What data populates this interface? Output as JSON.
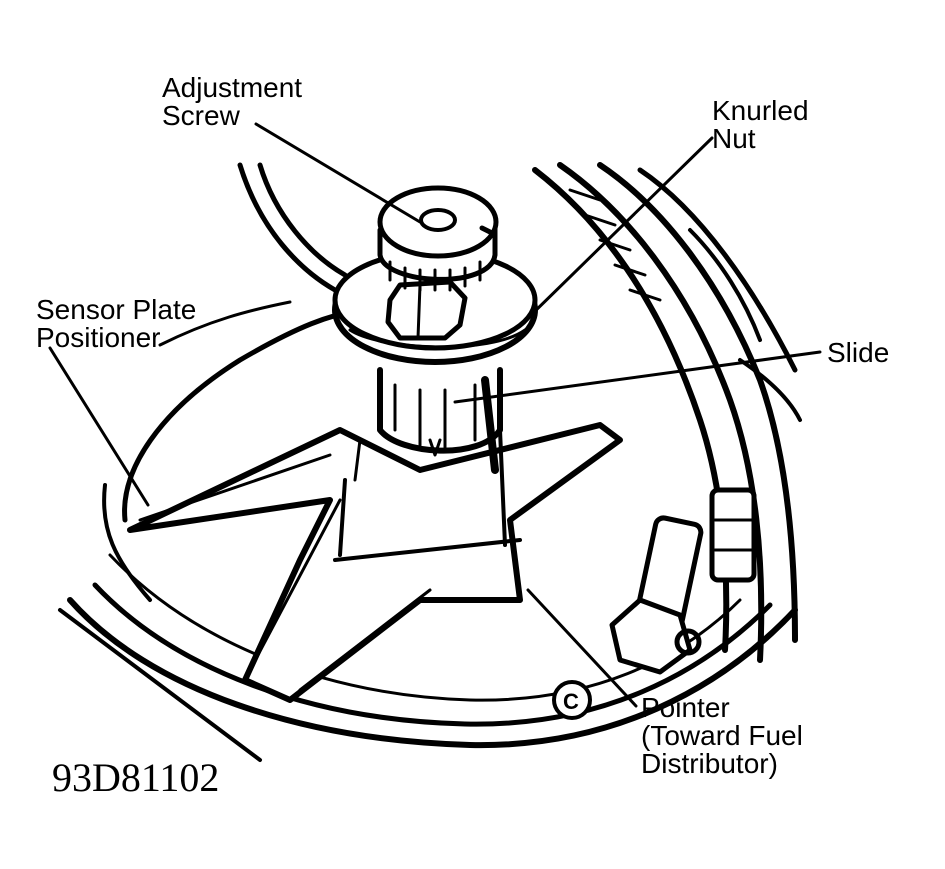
{
  "labels": {
    "adjustment_screw": [
      "Adjustment",
      "Screw"
    ],
    "knurled_nut": [
      "Knurled",
      "Nut"
    ],
    "sensor_plate_positioner": [
      "Sensor Plate",
      "Positioner"
    ],
    "slide": [
      "Slide"
    ],
    "pointer": [
      "Pointer",
      "(Toward Fuel",
      "Distributor)"
    ],
    "reference_mark": "C"
  },
  "figure_id": "93D81102",
  "colors": {
    "ink": "#000000",
    "paper": "#ffffff"
  }
}
